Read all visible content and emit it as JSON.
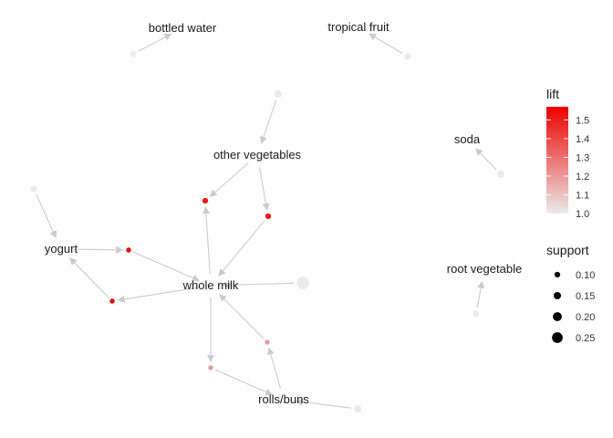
{
  "chart_data": {
    "type": "network",
    "items": [
      {
        "id": "bottled_water",
        "label": "bottled water"
      },
      {
        "id": "tropical_fruit",
        "label": "tropical fruit"
      },
      {
        "id": "other_vegetables",
        "label": "other vegetables"
      },
      {
        "id": "soda",
        "label": "soda"
      },
      {
        "id": "yogurt",
        "label": "yogurt"
      },
      {
        "id": "whole_milk",
        "label": "whole milk"
      },
      {
        "id": "root_vegetable",
        "label": "root vegetable"
      },
      {
        "id": "rolls_buns",
        "label": "rolls/buns"
      }
    ],
    "rules": [
      {
        "id": "r_bw_tf",
        "support": 0.1,
        "lift": 1.0
      },
      {
        "id": "r_tf_bw",
        "support": 0.1,
        "lift": 1.0
      },
      {
        "id": "r_a",
        "support": 0.12,
        "lift": 1.0
      },
      {
        "id": "r_soda",
        "support": 0.12,
        "lift": 1.0
      },
      {
        "id": "r_b",
        "support": 0.1,
        "lift": 1.0
      },
      {
        "id": "r_root",
        "support": 0.1,
        "lift": 1.0
      },
      {
        "id": "r_wm",
        "support": 0.255,
        "lift": 1.0
      },
      {
        "id": "r_rolls",
        "support": 0.12,
        "lift": 1.0
      },
      {
        "id": "r_ov_wm_1",
        "support": 0.075,
        "lift": 1.51
      },
      {
        "id": "r_ov_wm_2",
        "support": 0.075,
        "lift": 1.51
      },
      {
        "id": "r_yog_wm",
        "support": 0.056,
        "lift": 1.57
      },
      {
        "id": "r_wm_yog",
        "support": 0.056,
        "lift": 1.57
      },
      {
        "id": "r_wm_rb",
        "support": 0.056,
        "lift": 1.2
      },
      {
        "id": "r_rb_wm",
        "support": 0.056,
        "lift": 1.2
      }
    ],
    "edges": [
      {
        "from": "r_bw_tf",
        "to": "bottled_water"
      },
      {
        "from": "r_tf_bw",
        "to": "tropical_fruit"
      },
      {
        "from": "r_a",
        "to": "other_vegetables"
      },
      {
        "from": "r_soda",
        "to": "soda"
      },
      {
        "from": "r_b",
        "to": "yogurt"
      },
      {
        "from": "r_root",
        "to": "root_vegetable"
      },
      {
        "from": "r_wm",
        "to": "whole_milk"
      },
      {
        "from": "r_rolls",
        "to": "rolls_buns"
      },
      {
        "from": "other_vegetables",
        "to": "r_ov_wm_1"
      },
      {
        "from": "other_vegetables",
        "to": "r_ov_wm_2"
      },
      {
        "from": "whole_milk",
        "to": "r_ov_wm_1"
      },
      {
        "from": "r_ov_wm_2",
        "to": "whole_milk"
      },
      {
        "from": "yogurt",
        "to": "r_yog_wm"
      },
      {
        "from": "r_yog_wm",
        "to": "whole_milk"
      },
      {
        "from": "whole_milk",
        "to": "r_wm_yog"
      },
      {
        "from": "r_wm_yog",
        "to": "yogurt"
      },
      {
        "from": "whole_milk",
        "to": "r_wm_rb"
      },
      {
        "from": "r_wm_rb",
        "to": "rolls_buns"
      },
      {
        "from": "rolls_buns",
        "to": "r_rb_wm"
      },
      {
        "from": "r_rb_wm",
        "to": "whole_milk"
      }
    ],
    "legend_lift": {
      "title": "lift",
      "ticks": [
        "1.5",
        "1.4",
        "1.3",
        "1.2",
        "1.1",
        "1.0"
      ],
      "tick_values": [
        1.5,
        1.4,
        1.3,
        1.2,
        1.1,
        1.0
      ],
      "range": [
        1.0,
        1.57
      ],
      "color_low": "#ebebeb",
      "color_high": "#ee0000"
    },
    "legend_support": {
      "title": "support",
      "ticks": [
        "0.10",
        "0.15",
        "0.20",
        "0.25"
      ],
      "tick_values": [
        0.1,
        0.15,
        0.2,
        0.25
      ]
    },
    "edge_color": "#cccccc"
  }
}
